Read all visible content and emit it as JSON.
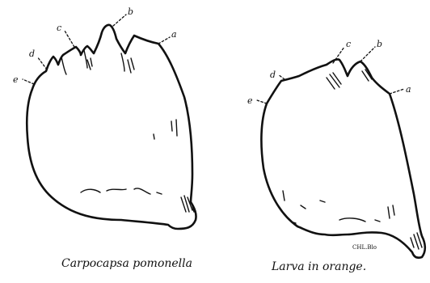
{
  "left_specimen": {
    "labels": {
      "a": "a",
      "b": "b",
      "c": "c",
      "d": "d",
      "e": "e"
    },
    "caption": "Carpocapsa pomonella"
  },
  "right_specimen": {
    "labels": {
      "a": "a",
      "b": "b",
      "c": "c",
      "d": "d",
      "e": "e"
    },
    "caption": "Larva in orange.",
    "tag": "CHL.Blo"
  }
}
